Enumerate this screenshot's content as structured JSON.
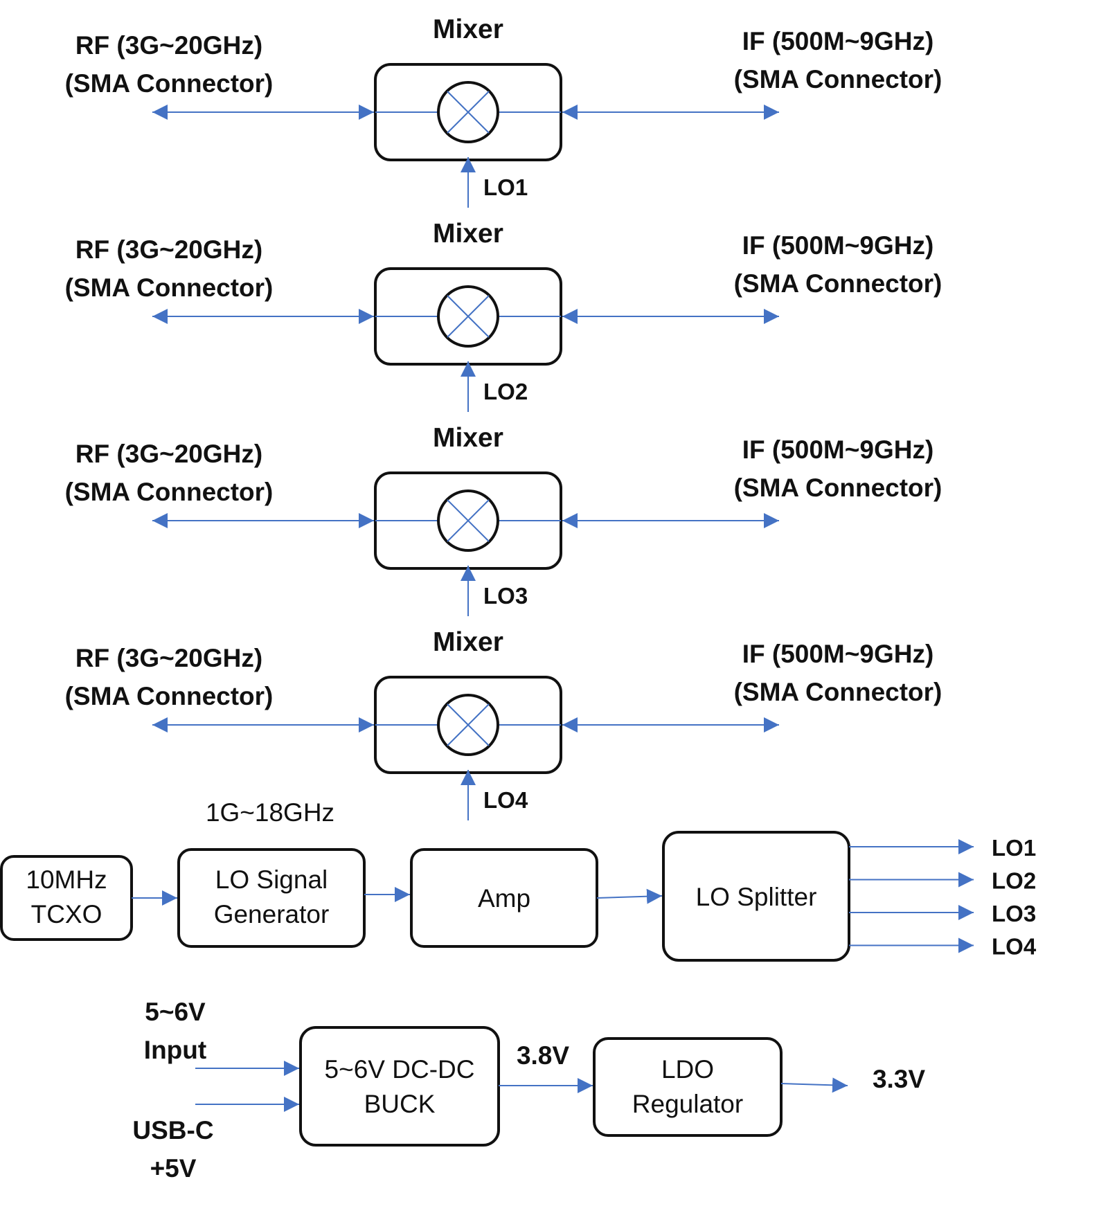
{
  "colors": {
    "arrow": "#4472c4",
    "outline": "#111111",
    "text": "#111111",
    "background": "#ffffff"
  },
  "mixer_chains": [
    {
      "mixer_label": "Mixer",
      "rf_line1": "RF (3G~20GHz)",
      "rf_line2": "(SMA Connector)",
      "if_line1": "IF (500M~9GHz)",
      "if_line2": "(SMA Connector)",
      "lo_label": "LO1"
    },
    {
      "mixer_label": "Mixer",
      "rf_line1": "RF (3G~20GHz)",
      "rf_line2": "(SMA Connector)",
      "if_line1": "IF (500M~9GHz)",
      "if_line2": "(SMA Connector)",
      "lo_label": "LO2"
    },
    {
      "mixer_label": "Mixer",
      "rf_line1": "RF (3G~20GHz)",
      "rf_line2": "(SMA Connector)",
      "if_line1": "IF (500M~9GHz)",
      "if_line2": "(SMA Connector)",
      "lo_label": "LO3"
    },
    {
      "mixer_label": "Mixer",
      "rf_line1": "RF (3G~20GHz)",
      "rf_line2": "(SMA Connector)",
      "if_line1": "IF (500M~9GHz)",
      "if_line2": "(SMA Connector)",
      "lo_label": "LO4"
    }
  ],
  "lo_chain": {
    "freq_label": "1G~18GHz",
    "tcxo": {
      "line1": "10MHz",
      "line2": "TCXO"
    },
    "generator": {
      "line1": "LO Signal",
      "line2": "Generator"
    },
    "amp": {
      "label": "Amp"
    },
    "splitter": {
      "label": "LO Splitter"
    },
    "outputs": [
      "LO1",
      "LO2",
      "LO3",
      "LO4"
    ]
  },
  "power": {
    "input_line1": "5~6V",
    "input_line2": "Input",
    "usb_line1": "USB-C",
    "usb_line2": "+5V",
    "buck": {
      "line1": "5~6V DC-DC",
      "line2": "BUCK"
    },
    "mid_voltage": "3.8V",
    "ldo": {
      "line1": "LDO",
      "line2": "Regulator"
    },
    "output_voltage": "3.3V"
  }
}
